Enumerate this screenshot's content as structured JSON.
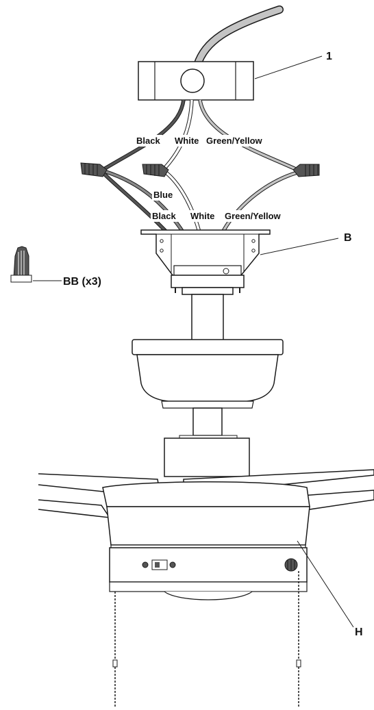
{
  "callouts": {
    "part_1": "1",
    "part_b": "B",
    "part_bb": "BB (x3)",
    "part_h": "H"
  },
  "wire_labels": {
    "ceiling_black": "Black",
    "ceiling_white": "White",
    "ceiling_ground": "Green/Yellow",
    "fan_blue": "Blue",
    "fan_black": "Black",
    "fan_white": "White",
    "fan_ground": "Green/Yellow"
  },
  "colors": {
    "outline": "#1a1a1a",
    "black_wire": "#555555",
    "ground_wire": "#c4c4c4",
    "blue_wire": "#8a8a8a",
    "white_wire": "#ffffff",
    "body_fill": "#ffffff",
    "background": "#ffffff"
  }
}
